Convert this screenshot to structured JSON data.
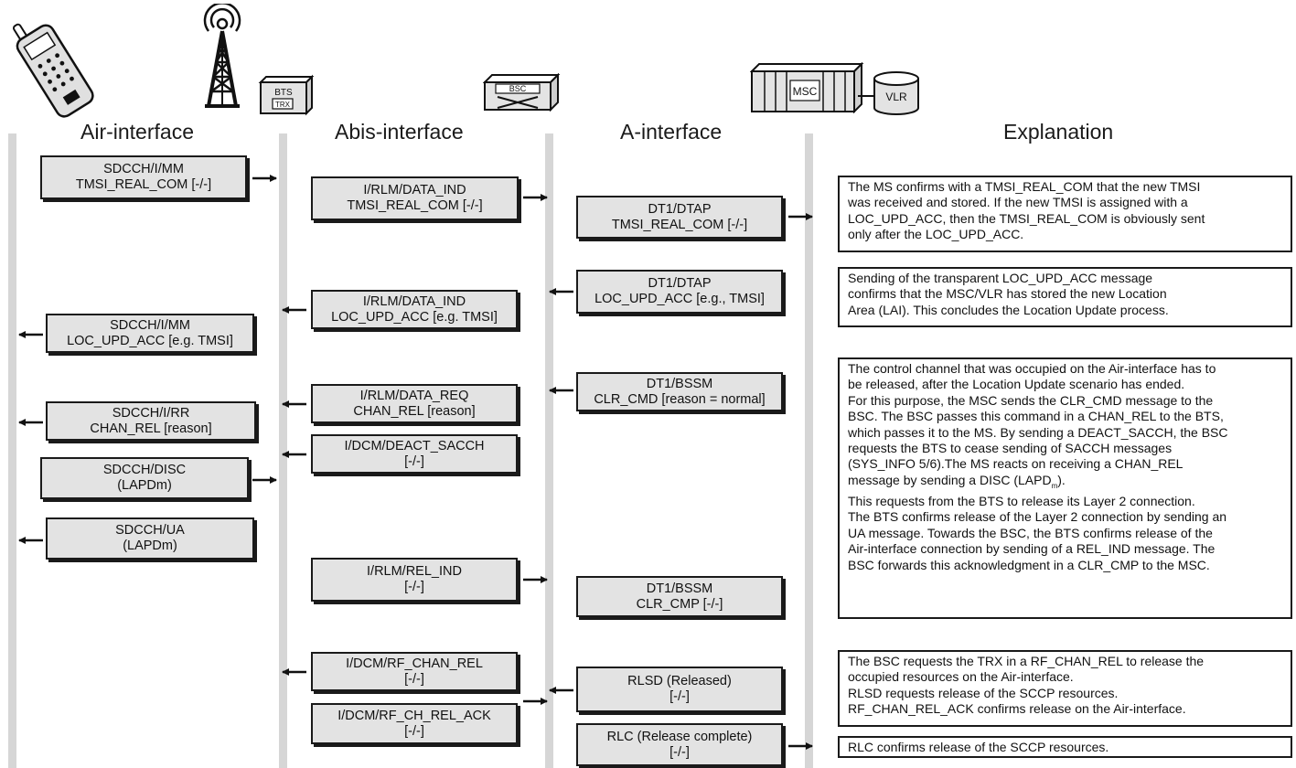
{
  "devices": {
    "bts": "BTS",
    "trx": "TRX",
    "bsc": "BSC",
    "msc": "MSC",
    "vlr": "VLR"
  },
  "headers": {
    "air": "Air-interface",
    "abis": "Abis-interface",
    "a": "A-interface",
    "explanation": "Explanation"
  },
  "messages": {
    "air": [
      {
        "l1": "SDCCH/I/MM",
        "l2": "TMSI_REAL_COM [-/-]"
      },
      {
        "l1": "SDCCH/I/MM",
        "l2": "LOC_UPD_ACC [e.g. TMSI]"
      },
      {
        "l1": "SDCCH/I/RR",
        "l2": "CHAN_REL [reason]"
      },
      {
        "l1": "SDCCH/DISC",
        "l2": "(LAPDm)"
      },
      {
        "l1": "SDCCH/UA",
        "l2": "(LAPDm)"
      }
    ],
    "abis": [
      {
        "l1": "I/RLM/DATA_IND",
        "l2": "TMSI_REAL_COM [-/-]"
      },
      {
        "l1": "I/RLM/DATA_IND",
        "l2": "LOC_UPD_ACC [e.g. TMSI]"
      },
      {
        "l1": "I/RLM/DATA_REQ",
        "l2": "CHAN_REL [reason]"
      },
      {
        "l1": "I/DCM/DEACT_SACCH",
        "l2": "[-/-]"
      },
      {
        "l1": "I/RLM/REL_IND",
        "l2": "[-/-]"
      },
      {
        "l1": "I/DCM/RF_CHAN_REL",
        "l2": "[-/-]"
      },
      {
        "l1": "I/DCM/RF_CH_REL_ACK",
        "l2": "[-/-]"
      }
    ],
    "a": [
      {
        "l1": "DT1/DTAP",
        "l2": "TMSI_REAL_COM [-/-]"
      },
      {
        "l1": "DT1/DTAP",
        "l2": "LOC_UPD_ACC [e.g., TMSI]"
      },
      {
        "l1": "DT1/BSSM",
        "l2": "CLR_CMD [reason = normal]"
      },
      {
        "l1": "DT1/BSSM",
        "l2": "CLR_CMP [-/-]"
      },
      {
        "l1": "RLSD (Released)",
        "l2": "[-/-]"
      },
      {
        "l1": "RLC (Release complete)",
        "l2": "[-/-]"
      }
    ]
  },
  "explanations": [
    [
      "The MS confirms with a TMSI_REAL_COM that the new TMSI",
      "was received and stored. If the new TMSI is assigned with a",
      "LOC_UPD_ACC, then the TMSI_REAL_COM is obviously sent",
      "only after the LOC_UPD_ACC."
    ],
    [
      "Sending of the transparent LOC_UPD_ACC message",
      "confirms that the MSC/VLR has stored the new Location",
      "Area (LAI). This concludes the Location Update process."
    ],
    [
      "The control channel that was occupied on the Air-interface has to",
      "be released, after the Location Update scenario has ended.",
      "For this purpose, the MSC sends the CLR_CMD message to the",
      "BSC. The BSC passes this command in a CHAN_REL to the BTS,",
      "which passes it to the MS. By sending a DEACT_SACCH, the BSC",
      "requests the BTS to cease sending of SACCH messages",
      "(SYS_INFO 5/6).The MS reacts on receiving a CHAN_REL",
      "message by sending a DISC (LAPD",
      "This requests from the BTS to release its Layer 2 connection.",
      "The BTS confirms release of the Layer 2 connection by sending an",
      "UA message. Towards the BSC, the BTS confirms release of the",
      "Air-interface connection by sending of a REL_IND message. The",
      "BSC forwards this acknowledgment in a CLR_CMP to the MSC."
    ],
    [
      "The BSC requests the TRX in a RF_CHAN_REL to release the",
      "occupied resources on the Air-interface.",
      "RLSD requests release of the SCCP resources.",
      "RF_CHAN_REL_ACK confirms release on the Air-interface."
    ],
    [
      "RLC confirms release of the SCCP resources."
    ]
  ],
  "lapd_subscript": "m",
  "lapd_close": ")."
}
